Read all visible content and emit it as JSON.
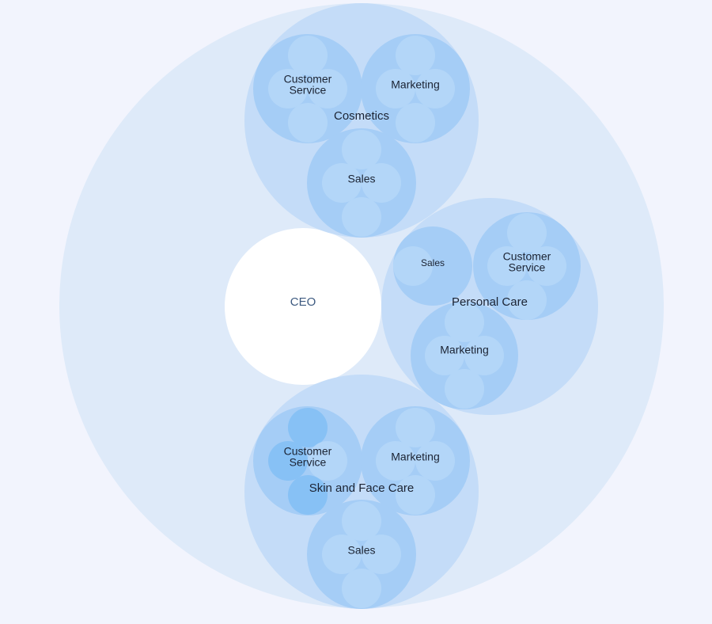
{
  "org": {
    "root_label": "",
    "ceo_label": "CEO",
    "divisions": [
      {
        "id": "cosmetics",
        "label": "Cosmetics",
        "teams": [
          {
            "id": "customer-service",
            "label_lines": [
              "Customer",
              "Service"
            ]
          },
          {
            "id": "marketing",
            "label_lines": [
              "Marketing"
            ]
          },
          {
            "id": "sales",
            "label_lines": [
              "Sales"
            ]
          }
        ]
      },
      {
        "id": "personal-care",
        "label": "Personal Care",
        "teams": [
          {
            "id": "sales",
            "label_lines": [
              "Sales"
            ]
          },
          {
            "id": "customer-service",
            "label_lines": [
              "Customer",
              "Service"
            ]
          },
          {
            "id": "marketing",
            "label_lines": [
              "Marketing"
            ]
          }
        ]
      },
      {
        "id": "skin-and-face-care",
        "label": "Skin and Face Care",
        "teams": [
          {
            "id": "customer-service",
            "label_lines": [
              "Customer",
              "Service"
            ]
          },
          {
            "id": "marketing",
            "label_lines": [
              "Marketing"
            ]
          },
          {
            "id": "sales",
            "label_lines": [
              "Sales"
            ]
          }
        ]
      }
    ]
  },
  "colors": {
    "background": "#f2f4fd",
    "outer_circle": "#deeaf9",
    "ceo_circle": "#ffffff",
    "division_circle": "#c4dcf8",
    "team_circle": "#a5cdf6",
    "member_circle": "#b3d6f8",
    "highlight": "#87c1f5",
    "label_text": "#1b2333",
    "ceo_text": "#3d5a80"
  }
}
